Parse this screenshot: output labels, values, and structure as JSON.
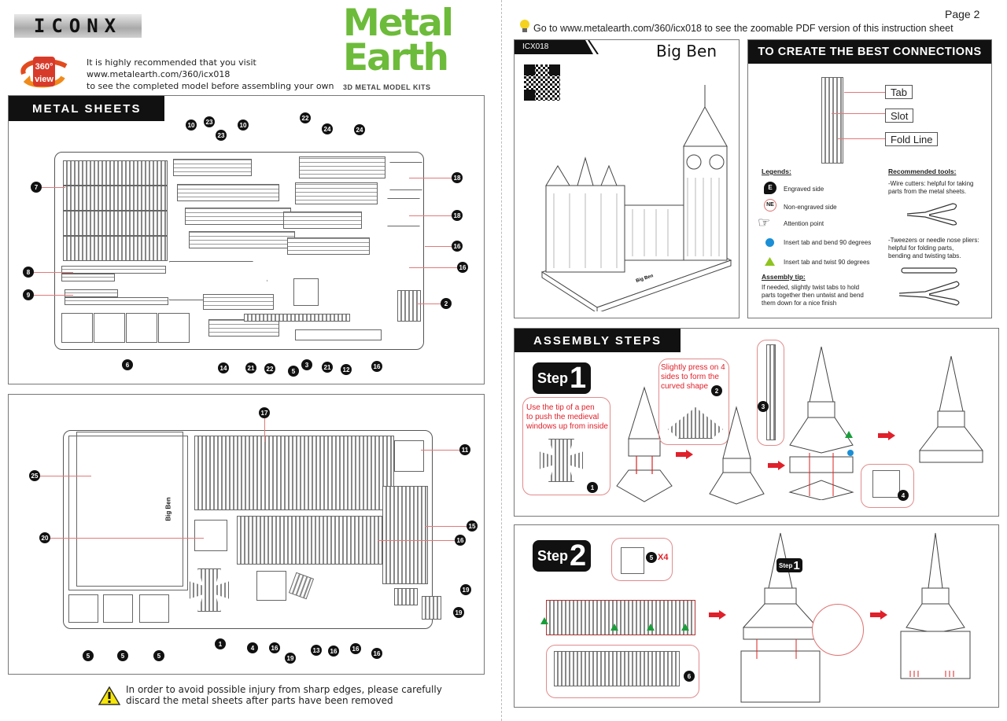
{
  "left_page": {
    "brand": "ICONX",
    "view360_badge": {
      "top": "360°",
      "bottom": "view"
    },
    "recommendation": [
      "It is highly recommended that you visit",
      "www.metalearth.com/360/icx018",
      "to see the completed model before assembling your own"
    ],
    "logo": {
      "line1": "Metal",
      "line2": "Earth",
      "tagline": "3D METAL MODEL KITS",
      "color": "#6dbb3a"
    },
    "metal_sheets_title": "METAL SHEETS",
    "sheet1_callouts": [
      "10",
      "23",
      "23",
      "10",
      "22",
      "24",
      "24",
      "18",
      "18",
      "16",
      "16",
      "2",
      "16",
      "12",
      "21",
      "3",
      "5",
      "22",
      "21",
      "14",
      "6",
      "9",
      "8",
      "7"
    ],
    "sheet2_callouts": [
      "17",
      "11",
      "15",
      "16",
      "19",
      "19",
      "16",
      "16",
      "16",
      "13",
      "19",
      "16",
      "4",
      "1",
      "5",
      "5",
      "5",
      "20",
      "25"
    ],
    "sheet2_engraving": "Big Ben",
    "warning": [
      "In order to avoid possible injury from sharp edges, please carefully",
      "discard the metal sheets after parts have been removed"
    ]
  },
  "right_page": {
    "page_label": "Page 2",
    "goto_text": "Go to www.metalearth.com/360/icx018 to see the zoomable PDF version of this instruction sheet",
    "model": {
      "code": "ICX018",
      "name": "Big Ben",
      "base_engraving": "Big Ben"
    },
    "connections": {
      "title": "TO CREATE THE BEST CONNECTIONS",
      "labels": [
        "Tab",
        "Slot",
        "Fold Line"
      ],
      "legends_heading": "Legends:",
      "legends": [
        {
          "icon": "engraved-side-icon",
          "glyph": "E",
          "text": "Engraved side"
        },
        {
          "icon": "non-engraved-side-icon",
          "glyph": "NE",
          "text": "Non-engraved side"
        },
        {
          "icon": "attention-hand-icon",
          "glyph": "☞",
          "text": "Attention point"
        },
        {
          "icon": "blue-dot-icon",
          "color": "#1a8fd6",
          "text": "Insert tab and bend 90 degrees"
        },
        {
          "icon": "green-triangle-icon",
          "color": "#8fc31f",
          "text": "Insert tab and twist 90 degrees"
        }
      ],
      "assembly_tip_heading": "Assembly tip:",
      "assembly_tip": [
        "If needed, slightly twist tabs to hold",
        "parts together then untwist and bend",
        "them down for a nice finish"
      ],
      "tools_heading": "Recommended tools:",
      "tools": [
        [
          "-Wire cutters: helpful for taking",
          " parts from the metal sheets."
        ],
        [
          "-Tweezers or needle nose pliers:",
          " helpful for folding parts,",
          " bending and twisting tabs."
        ]
      ]
    },
    "assembly": {
      "title": "ASSEMBLY STEPS",
      "step1": {
        "word": "Step",
        "number": "1",
        "note1": [
          "Use the tip of a pen",
          "to push the medieval",
          "windows up from inside"
        ],
        "note2": [
          "Slightly press on 4",
          "sides to form the",
          "curved shape"
        ],
        "callouts": [
          "1",
          "2",
          "3",
          "4"
        ]
      },
      "step2": {
        "word": "Step",
        "number": "2",
        "part_callout": "5",
        "multiplier": "X4",
        "callouts": [
          "6"
        ],
        "mini_badge": {
          "word": "Step",
          "number": "1"
        }
      }
    }
  }
}
